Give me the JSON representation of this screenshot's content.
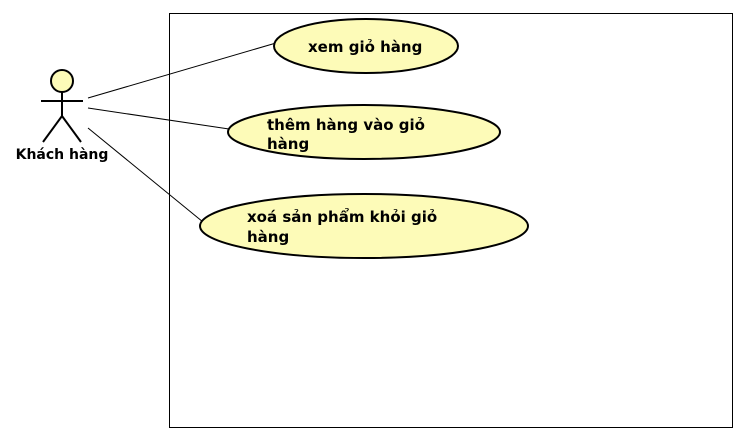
{
  "colors": {
    "use_case_fill": "#fdfbb8",
    "actor_fill": "#fdfbb8",
    "stroke": "#000000",
    "background": "#ffffff"
  },
  "actor": {
    "name": "Khách hàng"
  },
  "use_cases": [
    {
      "id": "view-cart",
      "lines": [
        "xem giỏ hàng"
      ]
    },
    {
      "id": "add-to-cart",
      "lines": [
        "thêm hàng vào giỏ",
        "hàng"
      ]
    },
    {
      "id": "remove-from-cart",
      "lines": [
        "xoá sản phẩm khỏi giỏ",
        "hàng"
      ]
    }
  ]
}
